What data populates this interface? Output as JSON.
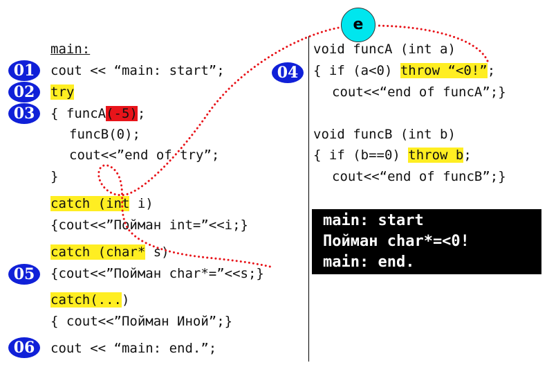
{
  "colors": {
    "highlight": "#ffee22",
    "error_arg": "#e8141a",
    "badge": "#1020d8",
    "node": "#00e6ee",
    "path": "#e8141a"
  },
  "badges": [
    "01",
    "02",
    "03",
    "04",
    "05",
    "06"
  ],
  "main": {
    "label": "main:",
    "l01": "cout << “main: start”;",
    "try": "try",
    "l03_pre": "{ funcA",
    "l03_arg": "(-5)",
    "l03_post": ";",
    "l04": "funcB(0);",
    "l05": "cout<<”end of try”;",
    "l06": "}",
    "catch1_kw": "catch (int",
    "catch1_rest": " i)",
    "catch1_body": "{cout<<”Пойман int=”<<i;}",
    "catch2_kw": "catch (char*",
    "catch2_rest": " s)",
    "catch2_body": "{cout<<”Пойман char*=”<<s;}",
    "catch3_kw": "catch(...",
    "catch3_rest": ")",
    "catch3_body": "{ cout<<”Пойман Иной”;}",
    "end": "cout << “main: end.”;"
  },
  "funcA": {
    "sig": "void funcA (int a)",
    "l1_pre": "{ if (a<0) ",
    "l1_throw": "throw “<0!”",
    "l1_post": ";",
    "l2": "cout<<“end of funcA”;}"
  },
  "funcB": {
    "sig": "void funcB (int b)",
    "l1_pre": "{ if (b==0) ",
    "l1_throw": "throw b",
    "l1_post": ";",
    "l2": "cout<<“end of funcB”;}"
  },
  "node": {
    "label": "e",
    "star": "*"
  },
  "console": [
    "main: start",
    "Пойман char*=<0!",
    "main: end."
  ]
}
